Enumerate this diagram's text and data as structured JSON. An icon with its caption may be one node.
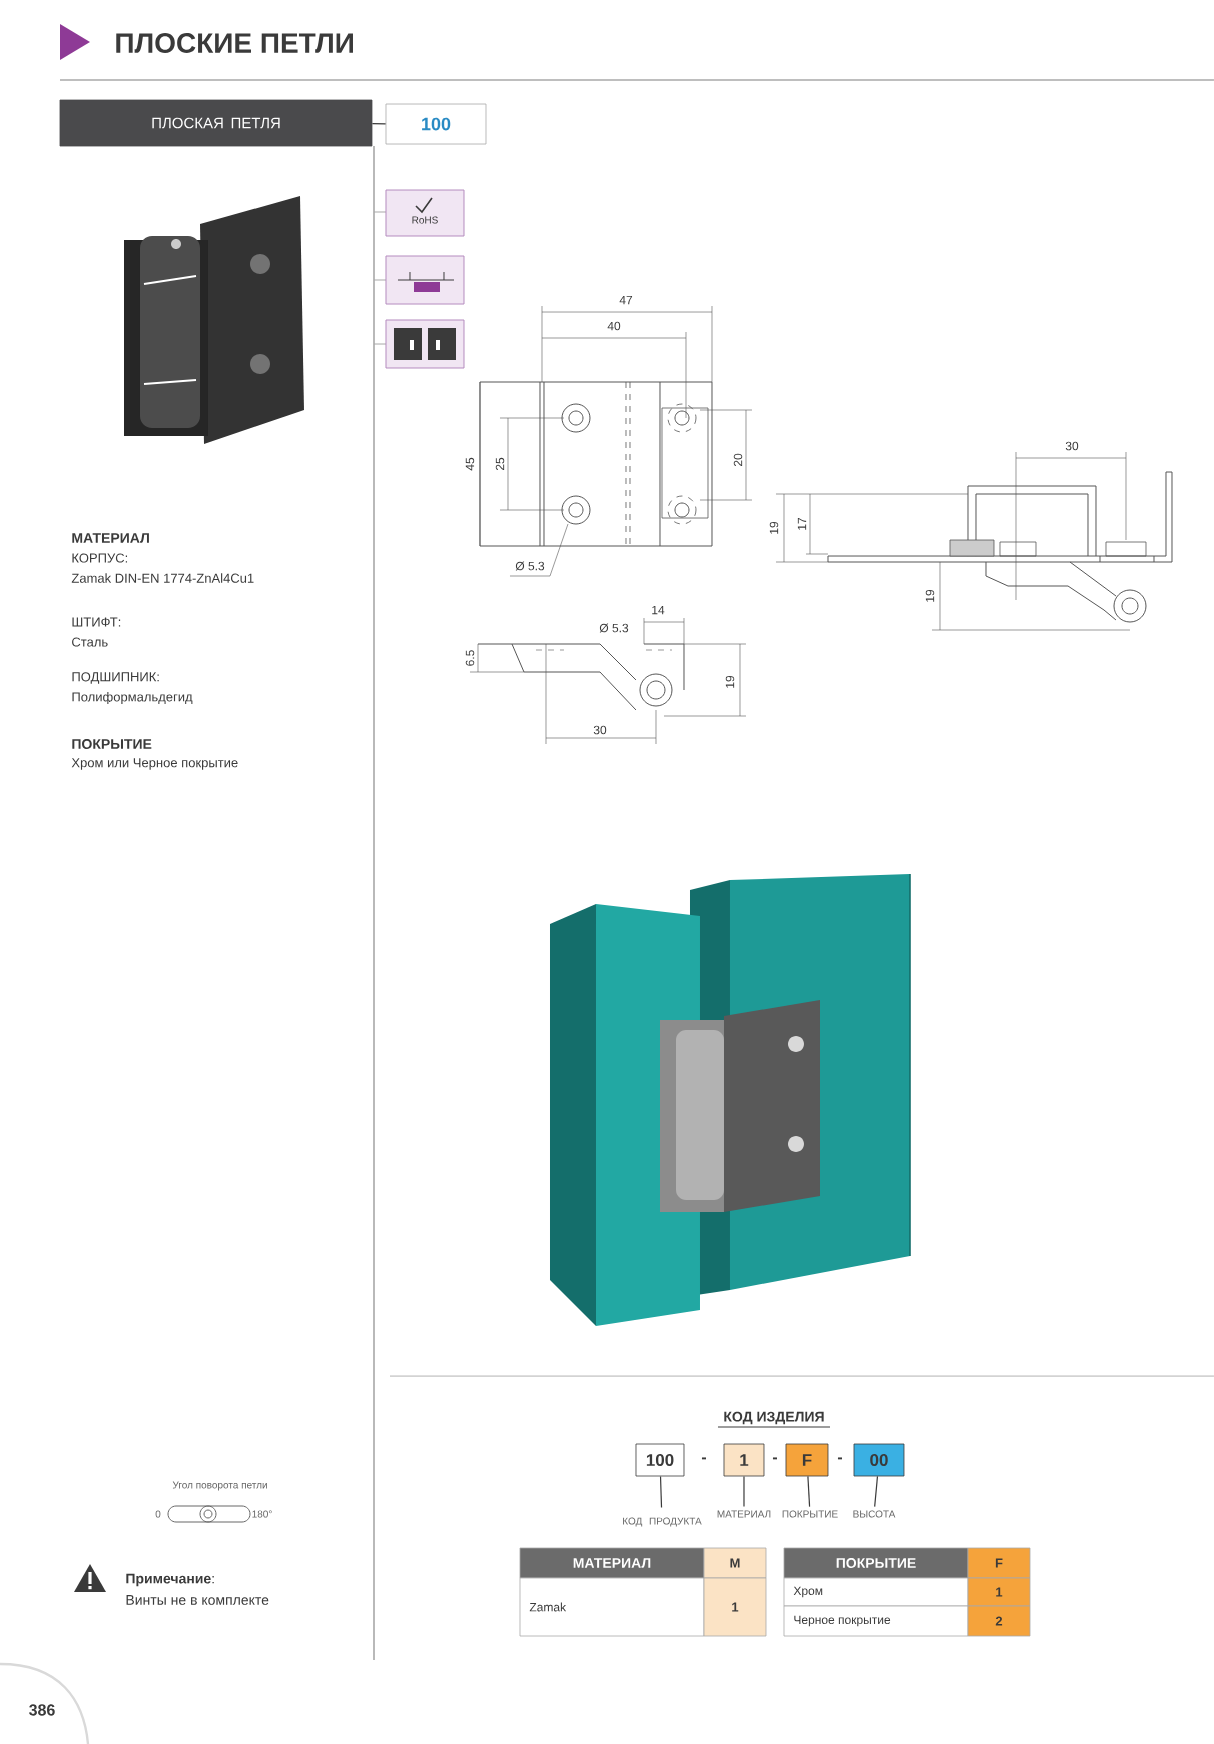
{
  "diagram": {
    "title": "ПЛОСКИЕ ПЕТЛИ",
    "nodes": [
      {
        "text": [
          "ПЛОСКАЯ ПЕТЛЯ"
        ]
      },
      {
        "text": [
          "100"
        ]
      },
      {
        "text": [
          "100"
        ]
      },
      {
        "text": [
          "1"
        ]
      },
      {
        "text": [
          "F"
        ]
      },
      {
        "text": [
          "00"
        ]
      },
      {
        "text": [
          "КОД ПРОДУКТА"
        ]
      },
      {
        "text": [
          "МАТЕРИАЛ"
        ]
      },
      {
        "text": [
          "ПОКРЫТИЕ"
        ]
      },
      {
        "text": [
          "ВЫСОТА"
        ]
      }
    ],
    "edges": [
      {
        "from": 0,
        "to": 1,
        "arrow": "none"
      },
      {
        "from": 2,
        "to": 6,
        "arrow": "none"
      },
      {
        "from": 3,
        "to": 7,
        "arrow": "none"
      },
      {
        "from": 4,
        "to": 8,
        "arrow": "none"
      },
      {
        "from": 5,
        "to": 9,
        "arrow": "none"
      }
    ],
    "labels": [
      "RoHS",
      "МАТЕРИАЛ",
      "КОРПУС:",
      "Zamak DIN-EN 1774-ZnAl4Cu1",
      "ШТИФТ:",
      "Сталь",
      "ПОДШИПНИК:",
      "Полиформальдегид",
      "ПОКРЫТИЕ",
      "Хром или Черное покрытие",
      "47",
      "40",
      "45",
      "25",
      "20",
      "Ø 5.3",
      "30",
      "19",
      "17",
      "19",
      "14",
      "Ø 5.3",
      "6.5",
      "19",
      "30",
      "КОД ИЗДЕЛИЯ",
      "-",
      "-",
      "-",
      "МАТЕРИАЛ",
      "M",
      "Zamak",
      "1",
      "ПОКРЫТИЕ",
      "F",
      "Хром",
      "1",
      "Черное покрытие",
      "2",
      "Угол поворота петли",
      "0",
      "180°",
      "**Примечание**:",
      "Винты не в комплекте",
      "386"
    ]
  }
}
